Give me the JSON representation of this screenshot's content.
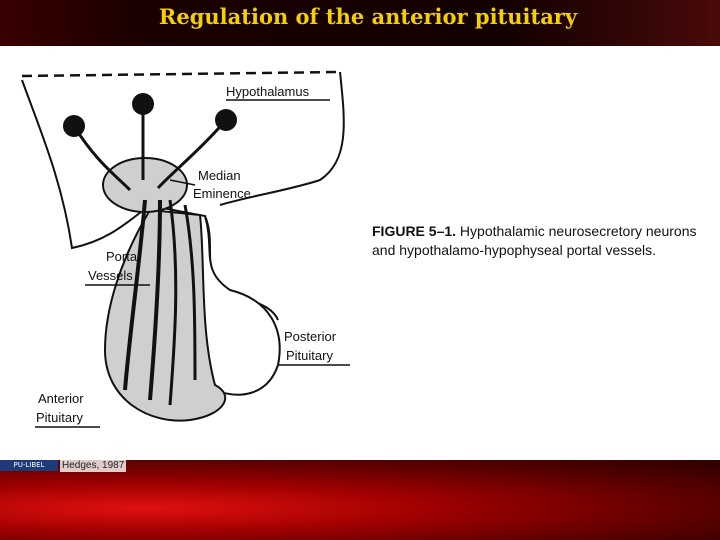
{
  "slide": {
    "title": "Regulation of the anterior pituitary",
    "credit": "Hedges, 1987",
    "logo_text": "PU-LIBEL"
  },
  "figure": {
    "labels": {
      "hypothalamus": "Hypothalamus",
      "median": "Median",
      "eminence": "Eminence",
      "portal": "Portal",
      "vessels": "Vessels",
      "posterior": "Posterior",
      "pituitary_posterior": "Pituitary",
      "anterior": "Anterior",
      "pituitary_anterior": "Pituitary"
    },
    "caption_number": "FIGURE 5–1.",
    "caption_text": "Hypothalamic neurosecretory neurons and hypothalamo-hypophyseal portal vessels."
  },
  "colors": {
    "title": "#f5d000",
    "background_top": "#1a0000",
    "content": "#ffffff"
  }
}
